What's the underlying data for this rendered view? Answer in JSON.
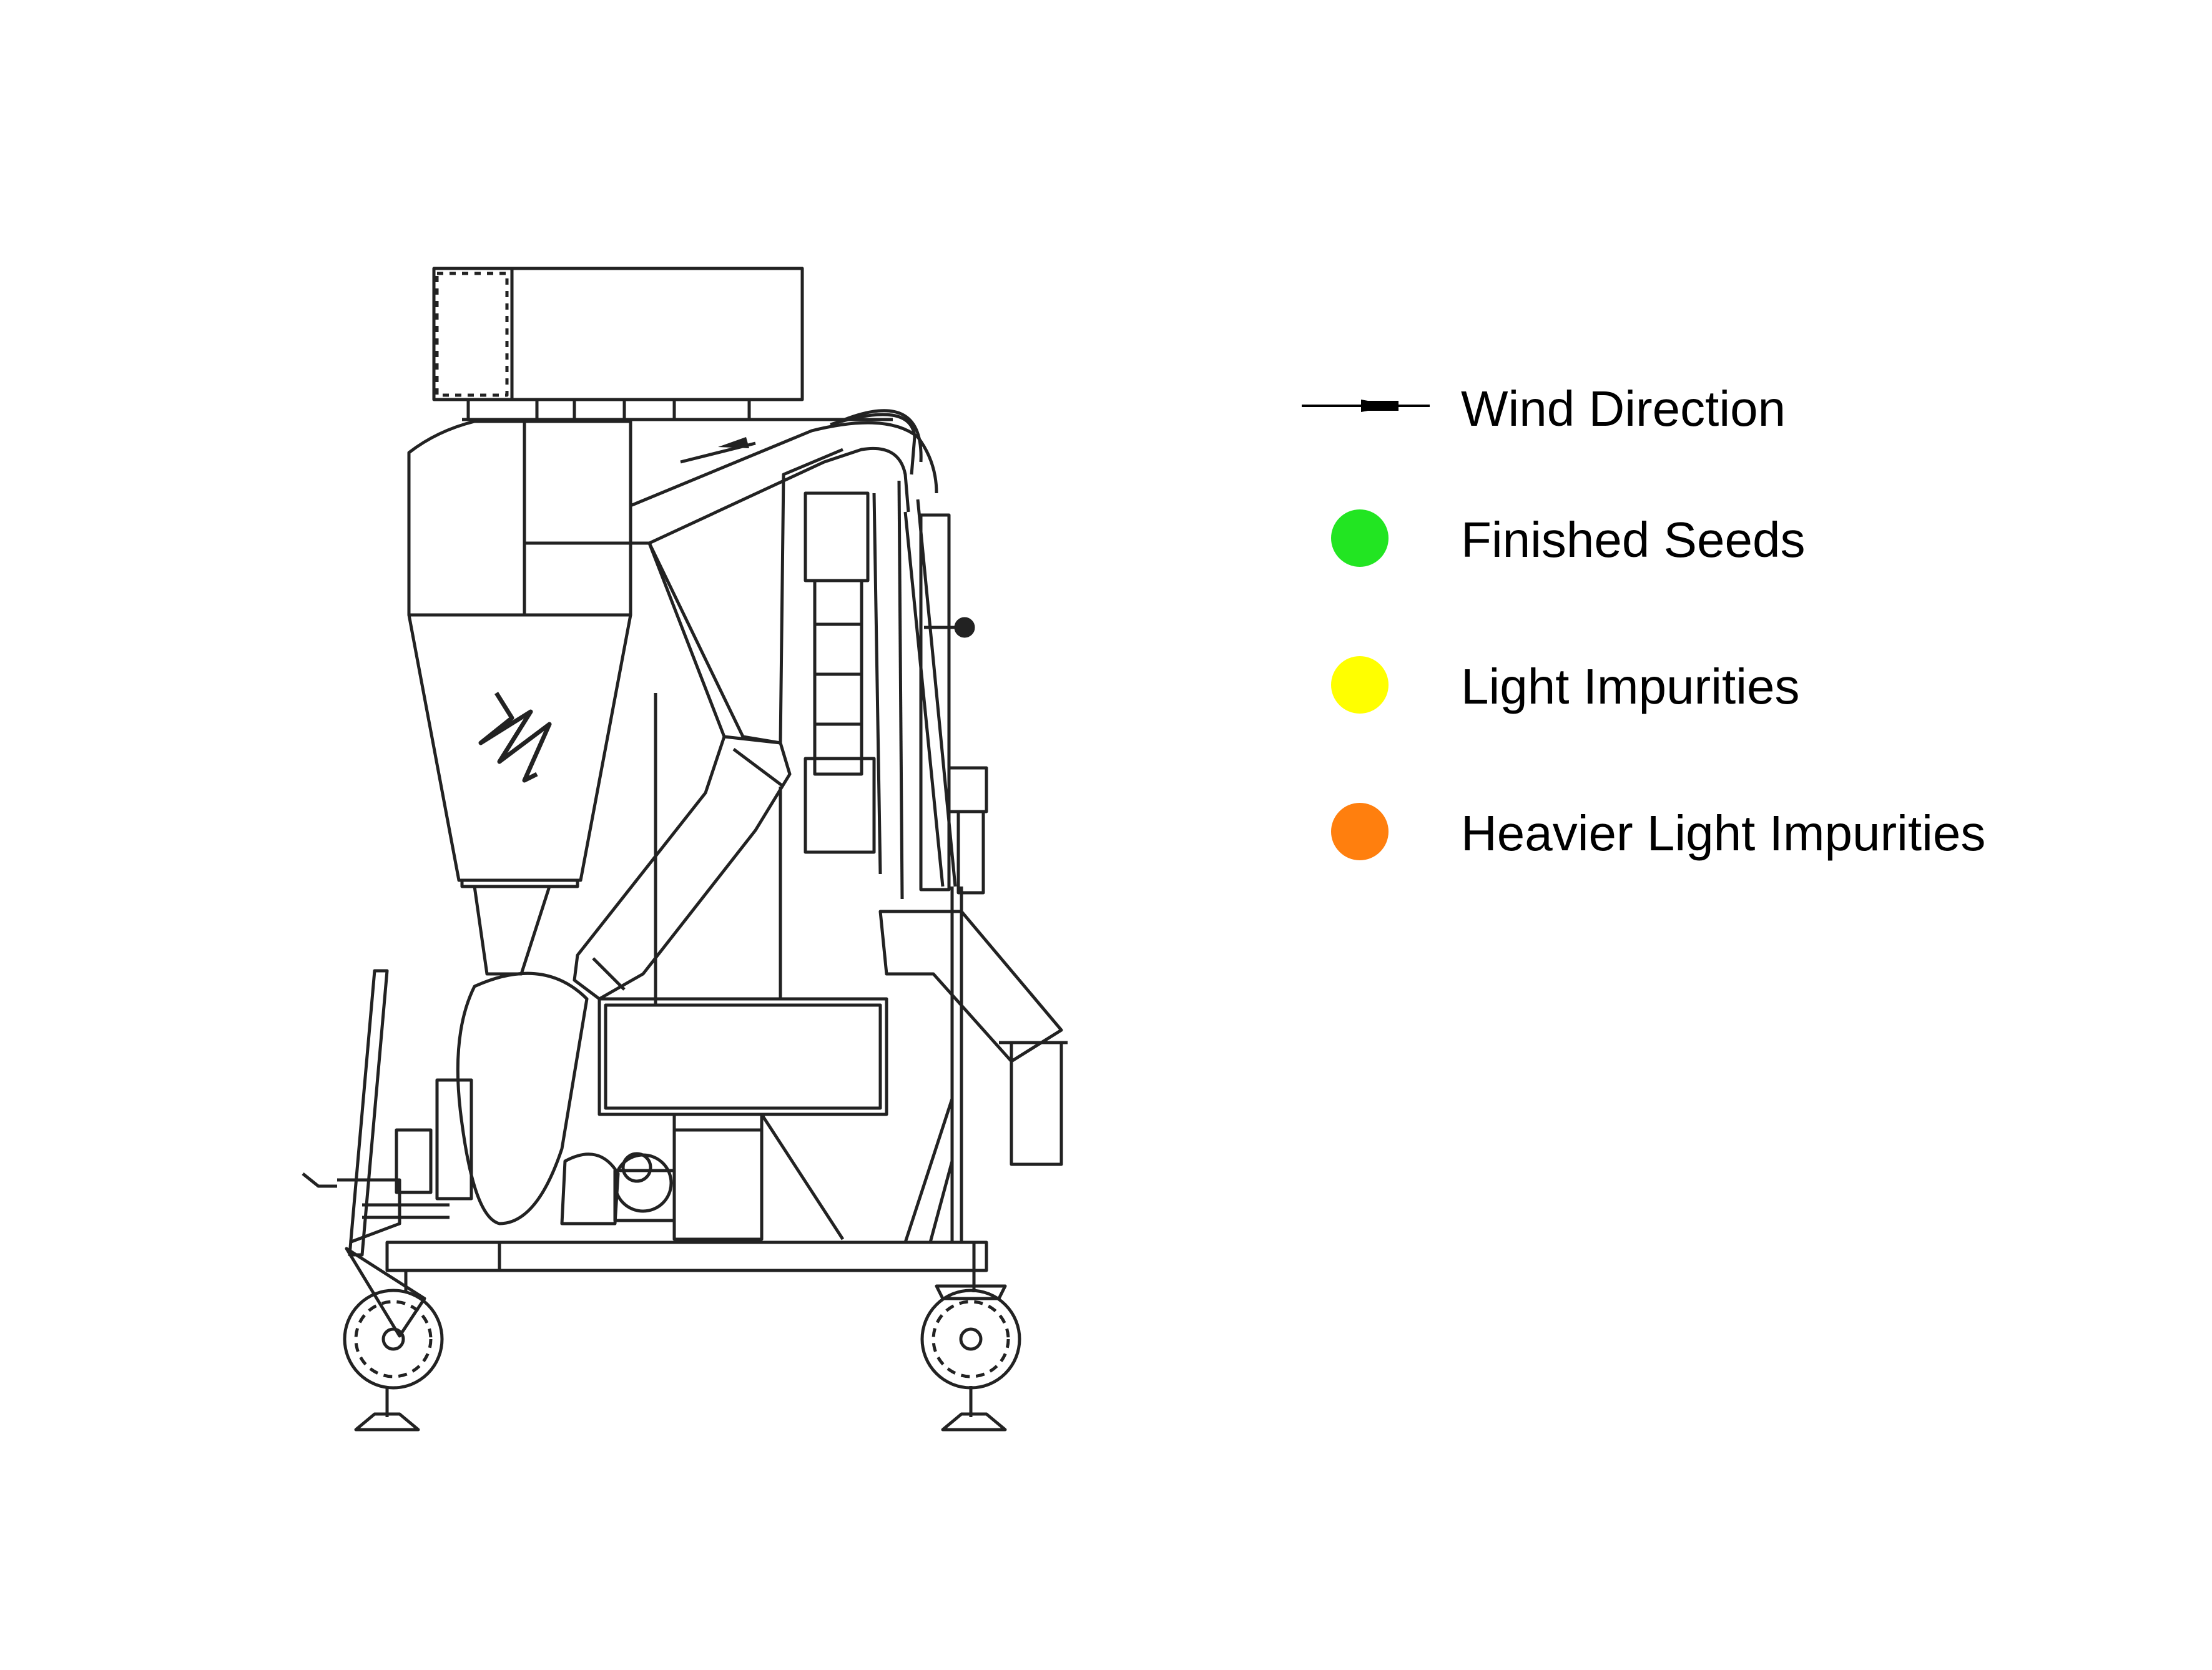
{
  "legend": {
    "items": [
      {
        "key": "wind",
        "label": "Wind Direction",
        "marker": "arrow",
        "color": "#000000"
      },
      {
        "key": "finished",
        "label": "Finished Seeds",
        "marker": "dot",
        "color": "#22e522"
      },
      {
        "key": "light",
        "label": "Light Impurities",
        "marker": "dot",
        "color": "#ffff00"
      },
      {
        "key": "heavy",
        "label": "Heavier Light Impurities",
        "marker": "dot",
        "color": "#ff7f0e"
      }
    ]
  },
  "colors": {
    "line": "#222222",
    "finished_seeds": "#22e522",
    "light_impurities": "#ffff00",
    "heavier_light_impurities": "#ff7f0e"
  }
}
